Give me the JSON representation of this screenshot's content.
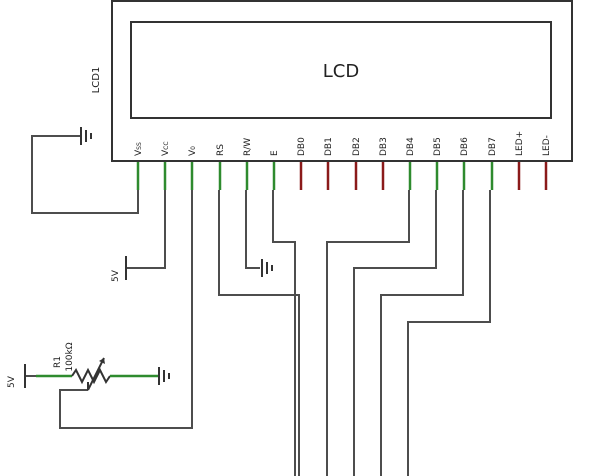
{
  "component": {
    "ref": "LCD1",
    "display_label": "LCD"
  },
  "pins": [
    {
      "label": "Vss",
      "main": "V",
      "sub": "SS",
      "color": "green"
    },
    {
      "label": "Vcc",
      "main": "V",
      "sub": "CC",
      "color": "green"
    },
    {
      "label": "Vo",
      "main": "V",
      "sub": "0",
      "color": "green"
    },
    {
      "label": "RS",
      "main": "RS",
      "sub": "",
      "color": "green"
    },
    {
      "label": "R/W",
      "main": "R/W",
      "sub": "",
      "color": "green"
    },
    {
      "label": "E",
      "main": "E",
      "sub": "",
      "color": "green"
    },
    {
      "label": "DB0",
      "main": "DB0",
      "sub": "",
      "color": "red"
    },
    {
      "label": "DB1",
      "main": "DB1",
      "sub": "",
      "color": "red"
    },
    {
      "label": "DB2",
      "main": "DB2",
      "sub": "",
      "color": "red"
    },
    {
      "label": "DB3",
      "main": "DB3",
      "sub": "",
      "color": "red"
    },
    {
      "label": "DB4",
      "main": "DB4",
      "sub": "",
      "color": "green"
    },
    {
      "label": "DB5",
      "main": "DB5",
      "sub": "",
      "color": "green"
    },
    {
      "label": "DB6",
      "main": "DB6",
      "sub": "",
      "color": "green"
    },
    {
      "label": "DB7",
      "main": "DB7",
      "sub": "",
      "color": "green"
    },
    {
      "label": "LED+",
      "main": "LED+",
      "sub": "",
      "color": "red"
    },
    {
      "label": "LED-",
      "main": "LED-",
      "sub": "",
      "color": "red"
    }
  ],
  "power": {
    "vcc_label": "5V",
    "pot_supply_label": "5V"
  },
  "potentiometer": {
    "ref": "R1",
    "value": "100kΩ"
  },
  "colors": {
    "connected_pin": "#2e8b2e",
    "unconnected_pin": "#8b1a1a",
    "wire": "#4d4d4d"
  },
  "symbols": [
    "ground-icon",
    "potentiometer-icon"
  ]
}
